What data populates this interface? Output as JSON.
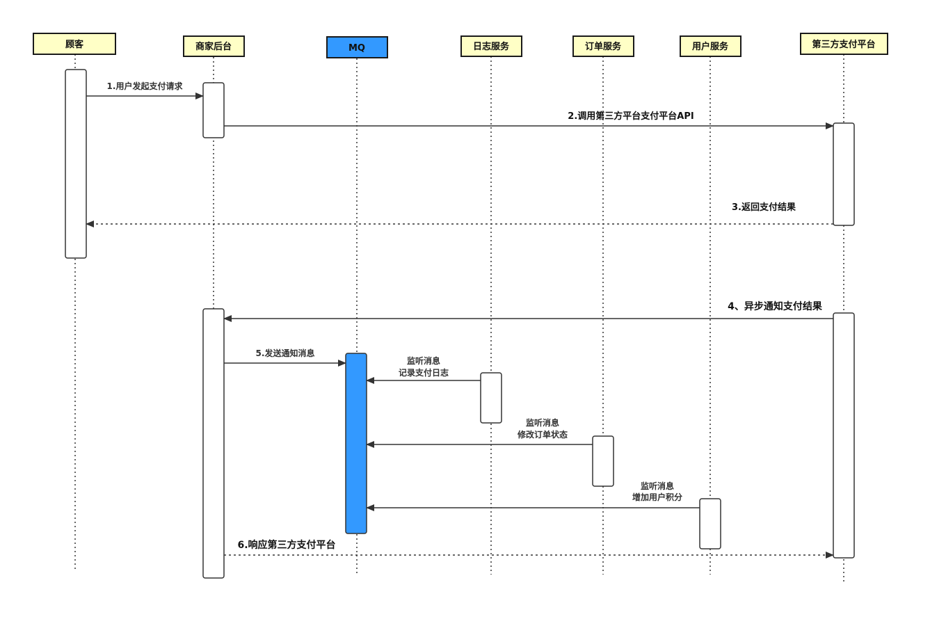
{
  "colors": {
    "actor_fill": "#FFFFC6",
    "mq_fill": "#3399FF",
    "activation_fill": "#FFFFFF",
    "line": "#333333"
  },
  "participants": [
    {
      "id": "customer",
      "label": "顾客"
    },
    {
      "id": "merchant",
      "label": "商家后台"
    },
    {
      "id": "mq",
      "label": "MQ"
    },
    {
      "id": "log",
      "label": "日志服务"
    },
    {
      "id": "order",
      "label": "订单服务"
    },
    {
      "id": "user",
      "label": "用户服务"
    },
    {
      "id": "thirdparty",
      "label": "第三方支付平台"
    }
  ],
  "messages": [
    {
      "id": "m1",
      "label": "1.用户发起支付请求"
    },
    {
      "id": "m2",
      "label": "2.调用第三方平台支付平台API"
    },
    {
      "id": "m3",
      "label": "3.返回支付结果"
    },
    {
      "id": "m4",
      "label": "4、异步通知支付结果"
    },
    {
      "id": "m5",
      "label": "5.发送通知消息"
    },
    {
      "id": "m6",
      "lines": [
        "监听消息",
        "记录支付日志"
      ]
    },
    {
      "id": "m7",
      "lines": [
        "监听消息",
        "修改订单状态"
      ]
    },
    {
      "id": "m8",
      "lines": [
        "监听消息",
        "增加用户积分"
      ]
    },
    {
      "id": "m9",
      "label": "6.响应第三方支付平台"
    }
  ]
}
